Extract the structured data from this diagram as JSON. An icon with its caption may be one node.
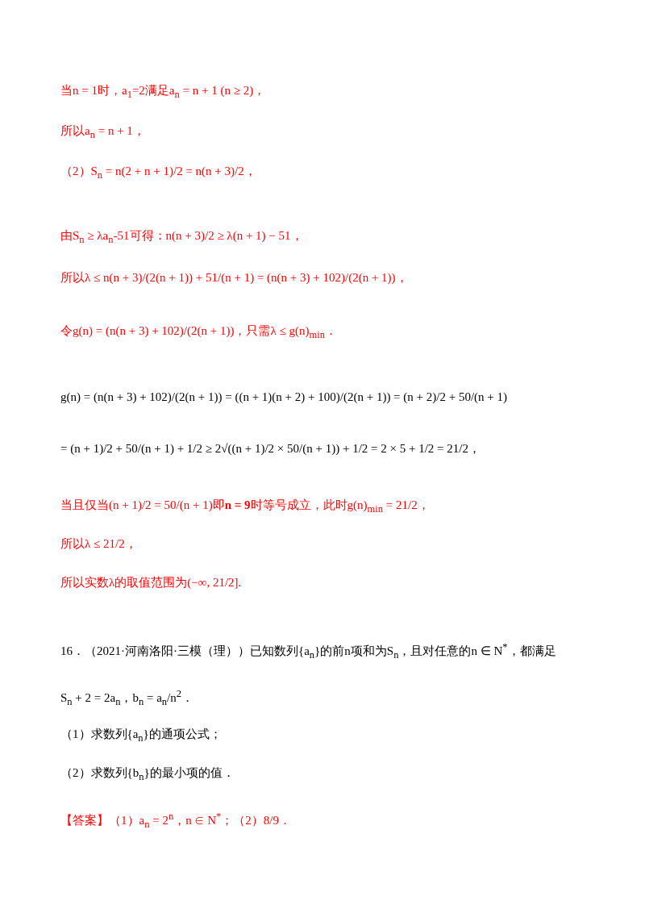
{
  "diagram": {
    "labels": [
      "当n = 1时，a$_{1}$=2满足a$_{n}$ = n + 1 (n ≥ 2)，",
      "所以a$_{n}$ = n + 1，",
      "（2）S$_{n}$ = n(2 + n + 1)/2 = n(n + 3)/2，",
      "由S$_{n}$ ≥ λa$_{n}$-51可得：n(n + 3)/2 ≥ λ(n + 1) − 51，",
      "所以λ ≤ n(n + 3)/(2(n + 1)) + 51/(n + 1) = (n(n + 3) + 102)/(2(n + 1))，",
      "令g(n) = (n(n + 3) + 102)/(2(n + 1))，只需λ ≤ g(n)$_{min}$．",
      "g(n) = (n(n + 3) + 102)/(2(n + 1)) = ((n + 1)(n + 2) + 100)/(2(n + 1)) = (n + 2)/2 + 50/(n + 1)",
      "= (n + 1)/2 + 50/(n + 1) + 1/2 ≥ 2√((n + 1)/2 × 50/(n + 1)) + 1/2 = 2 × 5 + 1/2 = 21/2，",
      "当且仅当(n + 1)/2 = 50/(n + 1)即**n = 9**时等号成立，此时g(n)$_{min}$ = 21/2，",
      "所以λ ≤ 21/2，",
      "所以实数λ的取值范围为(−∞, 21/2].",
      "16．（2021·河南洛阳·三模（理））已知数列{a$_{n}$}的前n项和为S$_{n}$，且对任意的n ∈ N$^{*}$，都满足",
      "S$_{n}$ + 2 = 2a$_{n}$，b$_{n}$ = a$_{n}$/n$^{2}$．",
      "（1）求数列{a$_{n}$}的通项公式；",
      "（2）求数列{b$_{n}$}的最小项的值．",
      "【答案】（1）a$_{n}$ = 2$^{n}$，n ∈ N$^{*}$；（2）8/9．"
    ]
  }
}
